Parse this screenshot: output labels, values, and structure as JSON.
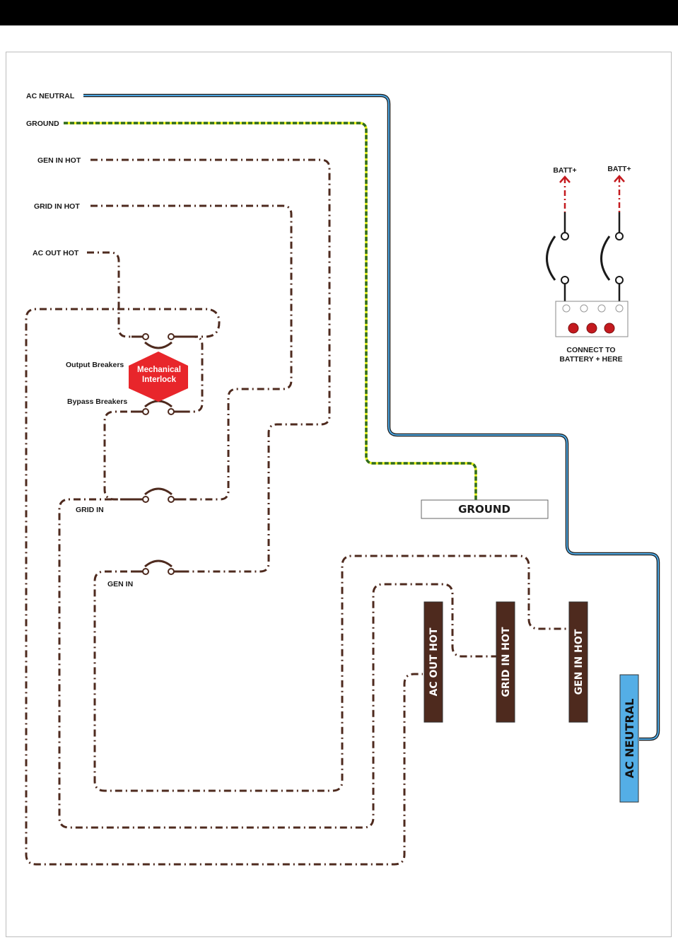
{
  "colors": {
    "hot_wire": "#4e2a1e",
    "neutral_wire": "#4ea7e2",
    "neutral_outline": "#1b1b1b",
    "ground_dash": "#2f6b22",
    "ground_base": "#e8f21b",
    "battery_red": "#c41a1f",
    "interlock_red": "#e8262b",
    "neutral_bar": "#54aee6",
    "hot_bar": "#4e2a1e"
  },
  "wire_labels": {
    "ac_neutral": "AC NEUTRAL",
    "ground": "GROUND",
    "gen_in_hot": "GEN IN HOT",
    "grid_in_hot": "GRID IN HOT",
    "ac_out_hot": "AC OUT HOT"
  },
  "breakers": {
    "output": "Output Breakers",
    "bypass": "Bypass Breakers",
    "grid_in": "GRID IN",
    "gen_in": "GEN IN"
  },
  "interlock": {
    "line1": "Mechanical",
    "line2": "Interlock"
  },
  "battery": {
    "batt_left": "BATT+",
    "batt_right": "BATT+",
    "caption_line1": "CONNECT TO",
    "caption_line2": "BATTERY + HERE"
  },
  "bus_bars": {
    "ground": "GROUND",
    "ac_out_hot": "AC OUT HOT",
    "grid_in_hot": "GRID IN HOT",
    "gen_in_hot": "GEN IN HOT",
    "ac_neutral": "AC NEUTRAL"
  }
}
